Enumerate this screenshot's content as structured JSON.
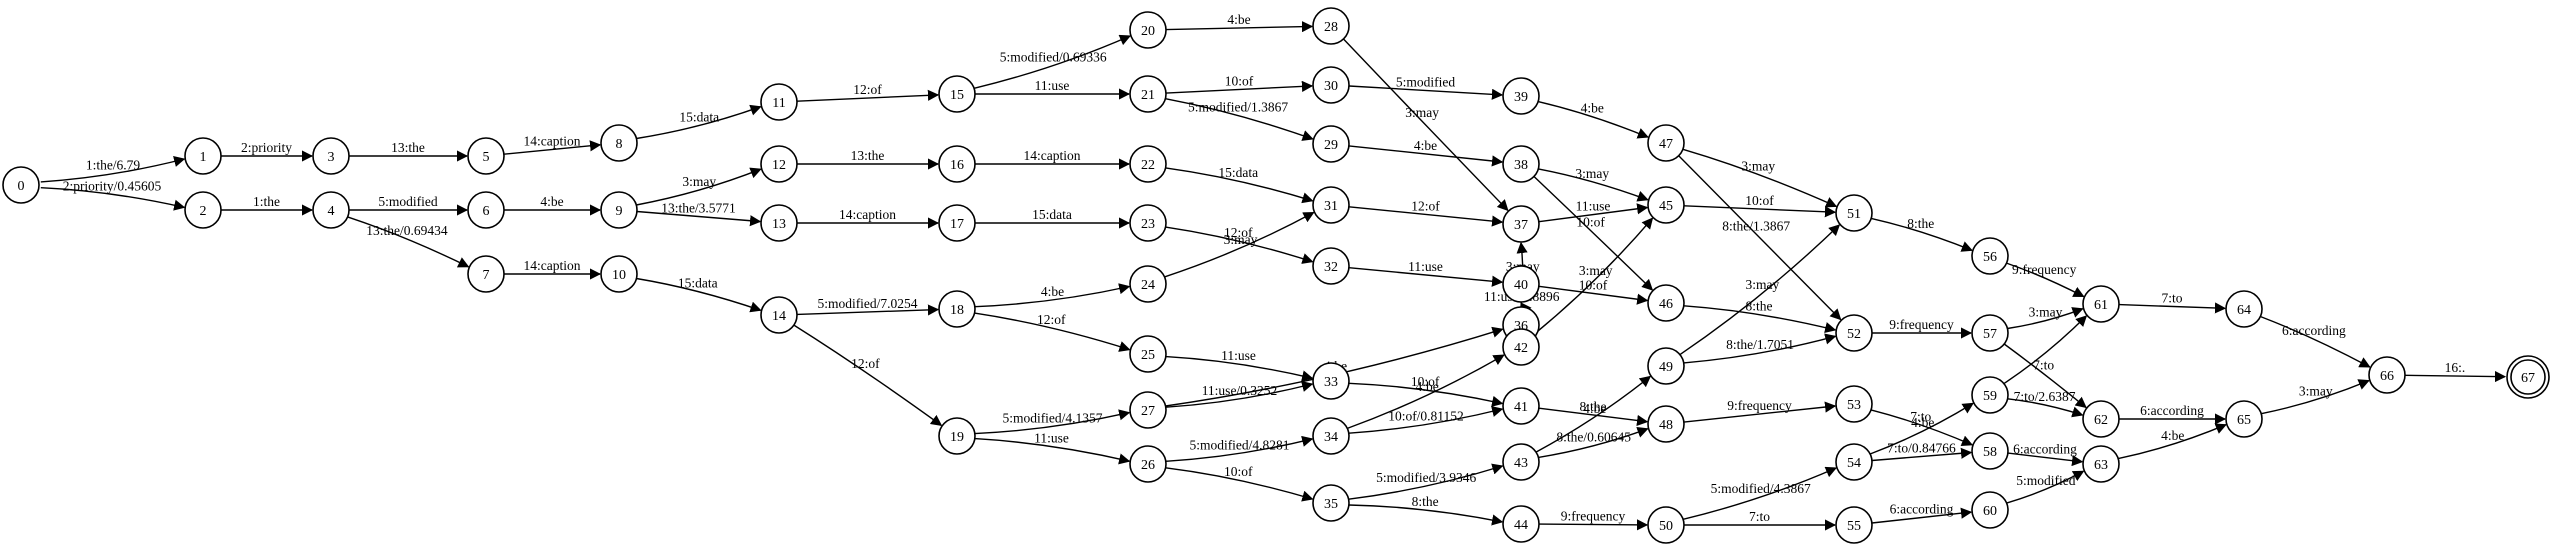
{
  "graph": {
    "start_node": "0",
    "final_node": "67",
    "nodes": [
      "0",
      "1",
      "2",
      "3",
      "4",
      "5",
      "6",
      "7",
      "8",
      "9",
      "10",
      "11",
      "12",
      "13",
      "14",
      "15",
      "16",
      "17",
      "18",
      "19",
      "20",
      "21",
      "22",
      "23",
      "24",
      "25",
      "26",
      "27",
      "28",
      "29",
      "30",
      "31",
      "32",
      "33",
      "34",
      "35",
      "36",
      "37",
      "38",
      "39",
      "40",
      "41",
      "42",
      "43",
      "44",
      "45",
      "46",
      "47",
      "48",
      "49",
      "50",
      "51",
      "52",
      "53",
      "54",
      "55",
      "56",
      "57",
      "58",
      "59",
      "60",
      "61",
      "62",
      "63",
      "64",
      "65",
      "66",
      "67"
    ],
    "edges": [
      {
        "from": "0",
        "to": "1",
        "label": "1:the/6.79"
      },
      {
        "from": "0",
        "to": "2",
        "label": "2:priority/0.45605"
      },
      {
        "from": "1",
        "to": "3",
        "label": "2:priority"
      },
      {
        "from": "3",
        "to": "5",
        "label": "13:the"
      },
      {
        "from": "5",
        "to": "8",
        "label": "14:caption"
      },
      {
        "from": "8",
        "to": "11",
        "label": "15:data"
      },
      {
        "from": "11",
        "to": "15",
        "label": "12:of"
      },
      {
        "from": "2",
        "to": "4",
        "label": "1:the"
      },
      {
        "from": "4",
        "to": "6",
        "label": "5:modified"
      },
      {
        "from": "4",
        "to": "7",
        "label": "13:the/0.69434"
      },
      {
        "from": "6",
        "to": "9",
        "label": "4:be"
      },
      {
        "from": "7",
        "to": "10",
        "label": "14:caption"
      },
      {
        "from": "9",
        "to": "12",
        "label": "3:may"
      },
      {
        "from": "9",
        "to": "13",
        "label": "13:the/3.5771"
      },
      {
        "from": "12",
        "to": "16",
        "label": "13:the"
      },
      {
        "from": "13",
        "to": "17",
        "label": "14:caption"
      },
      {
        "from": "10",
        "to": "14",
        "label": "15:data"
      },
      {
        "from": "14",
        "to": "18",
        "label": "5:modified/7.0254"
      },
      {
        "from": "14",
        "to": "19",
        "label": "12:of"
      },
      {
        "from": "15",
        "to": "20",
        "label": "5:modified/0.69336"
      },
      {
        "from": "15",
        "to": "21",
        "label": "11:use"
      },
      {
        "from": "16",
        "to": "22",
        "label": "14:caption"
      },
      {
        "from": "17",
        "to": "23",
        "label": "15:data"
      },
      {
        "from": "18",
        "to": "24",
        "label": "4:be"
      },
      {
        "from": "18",
        "to": "25",
        "label": "12:of"
      },
      {
        "from": "19",
        "to": "27",
        "label": "5:modified/4.1357"
      },
      {
        "from": "19",
        "to": "26",
        "label": "11:use"
      },
      {
        "from": "20",
        "to": "28",
        "label": "4:be"
      },
      {
        "from": "21",
        "to": "30",
        "label": "10:of"
      },
      {
        "from": "21",
        "to": "29",
        "label": "5:modified/1.3867"
      },
      {
        "from": "22",
        "to": "31",
        "label": "15:data"
      },
      {
        "from": "23",
        "to": "32",
        "label": "12:of"
      },
      {
        "from": "24",
        "to": "31",
        "label": "3:may"
      },
      {
        "from": "25",
        "to": "33",
        "label": "11:use"
      },
      {
        "from": "26",
        "to": "34",
        "label": "5:modified/4.8281"
      },
      {
        "from": "26",
        "to": "35",
        "label": "10:of"
      },
      {
        "from": "27",
        "to": "36",
        "label": "4:be"
      },
      {
        "from": "27",
        "to": "33",
        "label": "11:use/0.3252"
      },
      {
        "from": "28",
        "to": "37",
        "label": "3:may"
      },
      {
        "from": "29",
        "to": "38",
        "label": "4:be"
      },
      {
        "from": "30",
        "to": "39",
        "label": "5:modified"
      },
      {
        "from": "31",
        "to": "37",
        "label": "12:of"
      },
      {
        "from": "32",
        "to": "40",
        "label": "11:use"
      },
      {
        "from": "33",
        "to": "41",
        "label": "10:of"
      },
      {
        "from": "34",
        "to": "42",
        "label": "4:be"
      },
      {
        "from": "34",
        "to": "41",
        "label": "10:of/0.81152"
      },
      {
        "from": "35",
        "to": "43",
        "label": "5:modified/3.9346"
      },
      {
        "from": "35",
        "to": "44",
        "label": "8:the"
      },
      {
        "from": "36",
        "to": "37",
        "label": "3:may"
      },
      {
        "from": "36",
        "to": "40",
        "label": "11:use/2.8896"
      },
      {
        "from": "37",
        "to": "45",
        "label": "11:use"
      },
      {
        "from": "38",
        "to": "45",
        "label": "3:may"
      },
      {
        "from": "38",
        "to": "46",
        "label": "10:of"
      },
      {
        "from": "39",
        "to": "47",
        "label": "4:be"
      },
      {
        "from": "40",
        "to": "46",
        "label": "10:of"
      },
      {
        "from": "41",
        "to": "48",
        "label": "8:the"
      },
      {
        "from": "42",
        "to": "45",
        "label": "3:may"
      },
      {
        "from": "43",
        "to": "49",
        "label": "4:be"
      },
      {
        "from": "43",
        "to": "48",
        "label": "8:the/0.60645"
      },
      {
        "from": "44",
        "to": "50",
        "label": "9:frequency"
      },
      {
        "from": "45",
        "to": "51",
        "label": "10:of"
      },
      {
        "from": "46",
        "to": "52",
        "label": "8:the"
      },
      {
        "from": "47",
        "to": "51",
        "label": "3:may"
      },
      {
        "from": "47",
        "to": "52",
        "label": "8:the/1.3867"
      },
      {
        "from": "48",
        "to": "53",
        "label": "9:frequency"
      },
      {
        "from": "49",
        "to": "51",
        "label": "3:may"
      },
      {
        "from": "49",
        "to": "52",
        "label": "8:the/1.7051"
      },
      {
        "from": "50",
        "to": "54",
        "label": "5:modified/4.3867"
      },
      {
        "from": "50",
        "to": "55",
        "label": "7:to"
      },
      {
        "from": "51",
        "to": "56",
        "label": "8:the"
      },
      {
        "from": "52",
        "to": "57",
        "label": "9:frequency"
      },
      {
        "from": "53",
        "to": "58",
        "label": "7:to"
      },
      {
        "from": "54",
        "to": "59",
        "label": "4:be"
      },
      {
        "from": "54",
        "to": "58",
        "label": "7:to/0.84766"
      },
      {
        "from": "55",
        "to": "60",
        "label": "6:according"
      },
      {
        "from": "56",
        "to": "61",
        "label": "9:frequency"
      },
      {
        "from": "57",
        "to": "61",
        "label": "3:may"
      },
      {
        "from": "57",
        "to": "62",
        "label": "7:to"
      },
      {
        "from": "58",
        "to": "63",
        "label": "6:according"
      },
      {
        "from": "59",
        "to": "61",
        "label": ""
      },
      {
        "from": "59",
        "to": "62",
        "label": "7:to/2.6387"
      },
      {
        "from": "60",
        "to": "63",
        "label": "5:modified"
      },
      {
        "from": "61",
        "to": "64",
        "label": "7:to"
      },
      {
        "from": "62",
        "to": "65",
        "label": "6:according"
      },
      {
        "from": "63",
        "to": "65",
        "label": "4:be"
      },
      {
        "from": "64",
        "to": "66",
        "label": "6:according"
      },
      {
        "from": "65",
        "to": "66",
        "label": "3:may"
      },
      {
        "from": "66",
        "to": "67",
        "label": "16:."
      }
    ]
  }
}
